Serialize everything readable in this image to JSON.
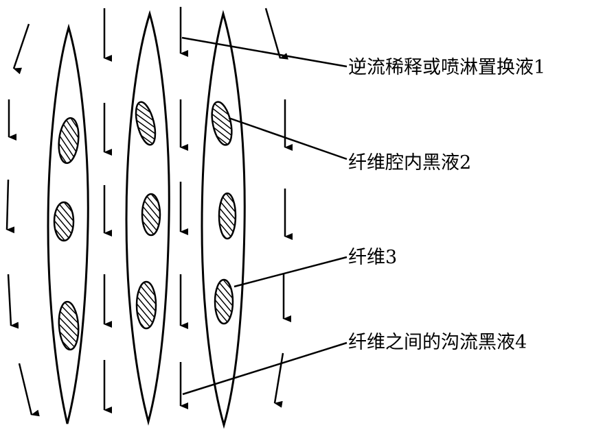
{
  "labels": [
    {
      "id": "label-1",
      "text": "逆流稀释或喷淋置换液1"
    },
    {
      "id": "label-2",
      "text": "纤维腔内黑液2"
    },
    {
      "id": "label-3",
      "text": "纤维3"
    },
    {
      "id": "label-4",
      "text": "纤维之间的沟流黑液4"
    }
  ],
  "colors": {
    "ink": "#000000",
    "background": "#ffffff"
  }
}
